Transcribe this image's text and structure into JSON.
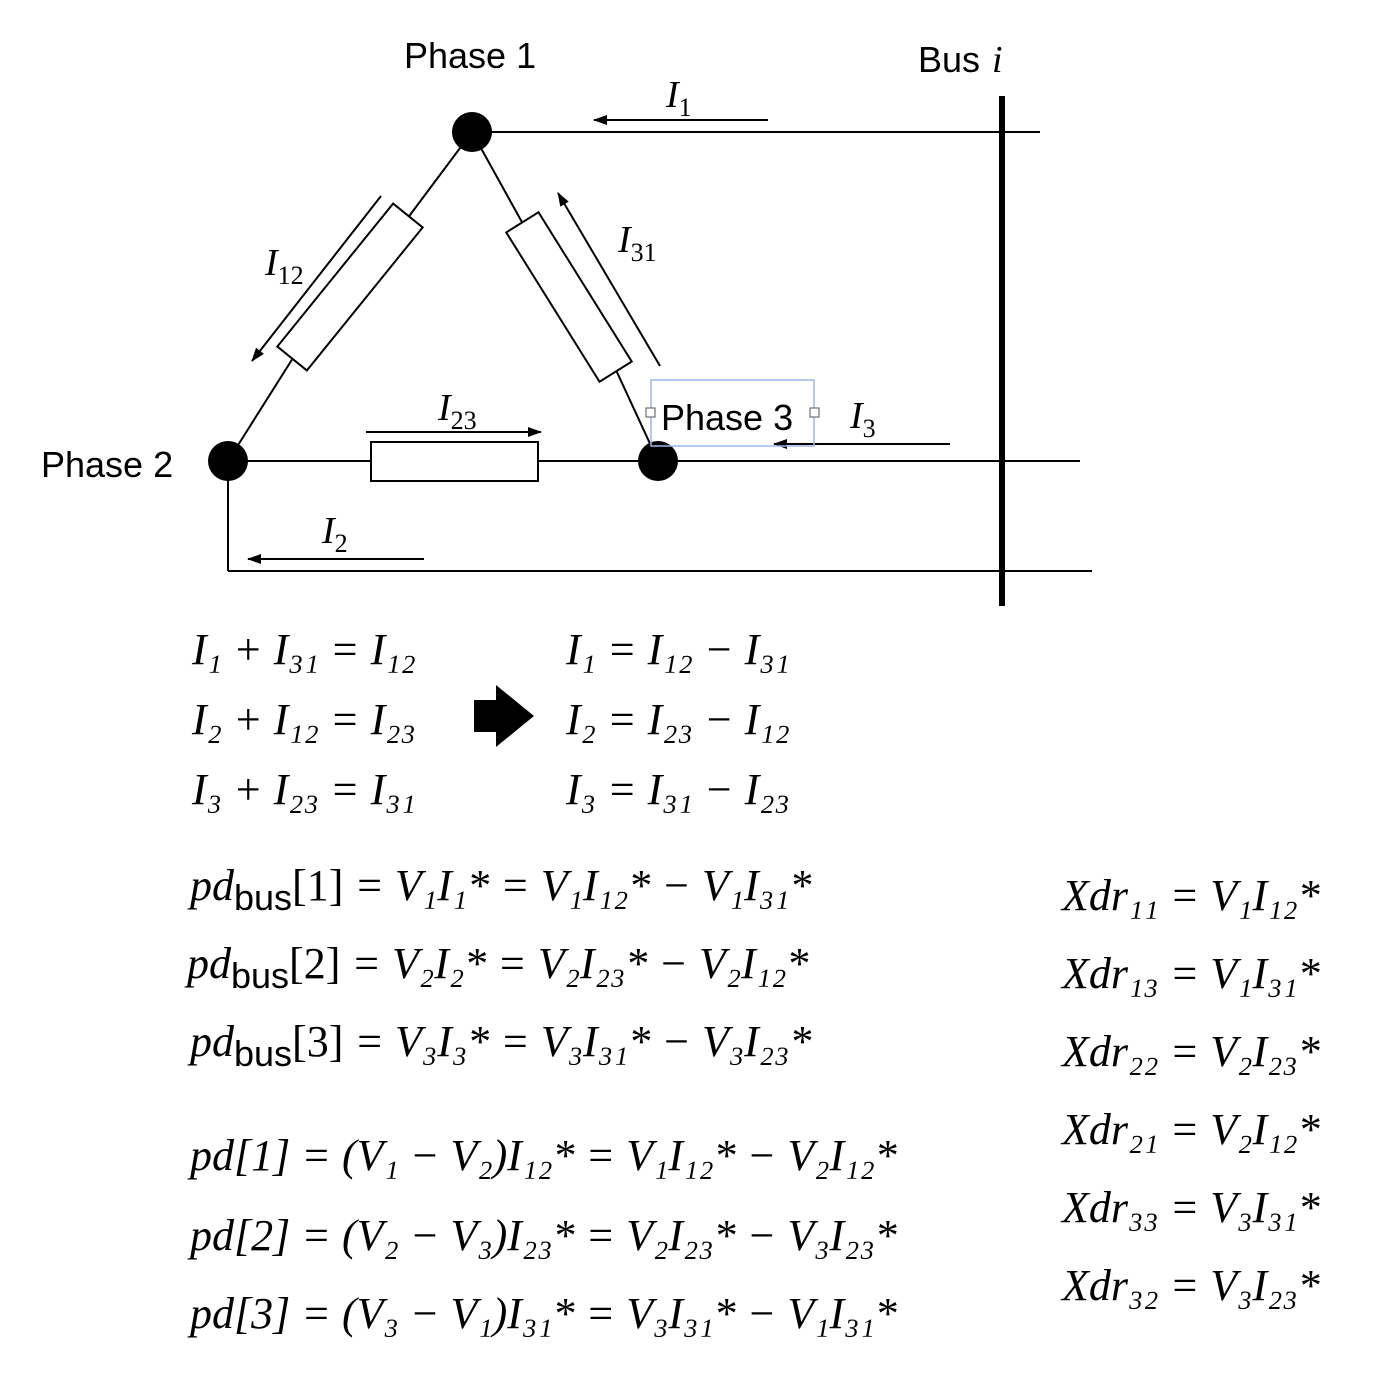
{
  "labels": {
    "phase1": "Phase 1",
    "phase2": "Phase 2",
    "phase3": "Phase 3",
    "bus_word": "Bus",
    "bus_index": "i"
  },
  "currents": {
    "I1": {
      "sym": "I",
      "sub": "1"
    },
    "I2": {
      "sym": "I",
      "sub": "2"
    },
    "I3": {
      "sym": "I",
      "sub": "3"
    },
    "I12": {
      "sym": "I",
      "sub": "12"
    },
    "I23": {
      "sym": "I",
      "sub": "23"
    },
    "I31": {
      "sym": "I",
      "sub": "31"
    }
  },
  "kcl_left": [
    "I₁ + I₃₁ = I₁₂",
    "I₂ + I₁₂ = I₂₃",
    "I₃ + I₂₃ = I₃₁"
  ],
  "kcl_right": [
    "I₁ = I₁₂ − I₃₁",
    "I₂ = I₂₃ − I₁₂",
    "I₃ = I₃₁ − I₂₃"
  ],
  "pdbus": [
    {
      "lhs": "pd",
      "sub": "bus",
      "idx": "[1]",
      "rhs": " = V₁I₁* = V₁I₁₂* − V₁I₃₁*"
    },
    {
      "lhs": "pd",
      "sub": "bus",
      "idx": "[2]",
      "rhs": " = V₂I₂* = V₂I₂₃* − V₂I₁₂*"
    },
    {
      "lhs": "pd",
      "sub": "bus",
      "idx": "[3]",
      "rhs": " = V₃I₃* = V₃I₃₁* − V₃I₂₃*"
    }
  ],
  "pd": [
    "pd[1] = (V₁ − V₂)I₁₂* = V₁I₁₂* − V₂I₁₂*",
    "pd[2] = (V₂ − V₃)I₂₃* = V₂I₂₃* − V₃I₂₃*",
    "pd[3] = (V₃ − V₁)I₃₁* = V₃I₃₁* − V₁I₃₁*"
  ],
  "xdr": [
    "Xdr₁₁ = V₁I₁₂*",
    "Xdr₁₃ = V₁I₃₁*",
    "Xdr₂₂ = V₂I₂₃*",
    "Xdr₂₁ = V₂I₁₂*",
    "Xdr₃₃ = V₃I₃₁*",
    "Xdr₃₂ = V₃I₂₃*"
  ]
}
